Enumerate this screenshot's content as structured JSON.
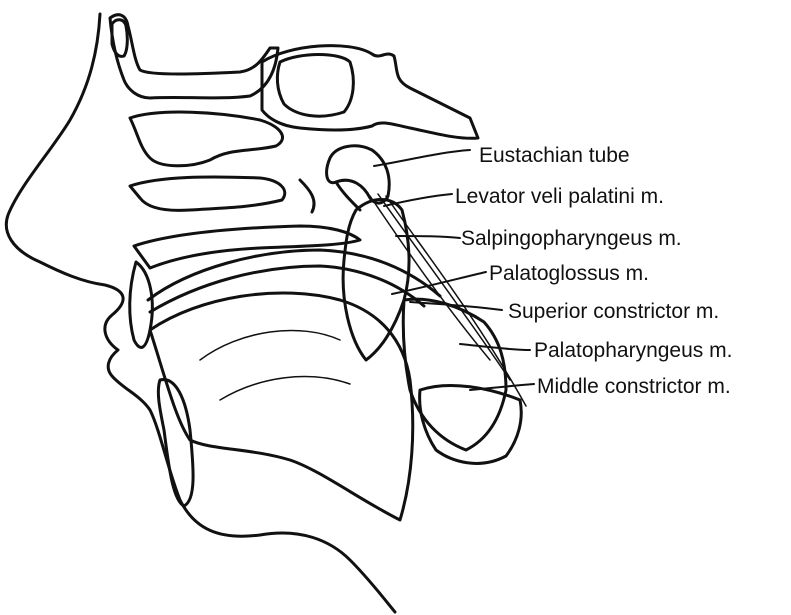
{
  "figure": {
    "labels": {
      "eustachian_tube": "Eustachian tube",
      "levator_veli_palatini": "Levator veli palatini m.",
      "salpingopharyngeus": "Salpingopharyngeus m.",
      "palatoglossus": "Palatoglossus m.",
      "superior_constrictor": "Superior constrictor m.",
      "palatopharyngeus": "Palatopharyngeus m.",
      "middle_constrictor": "Middle constrictor m."
    },
    "colors": {
      "ink": "#111111",
      "background": "#ffffff"
    }
  }
}
